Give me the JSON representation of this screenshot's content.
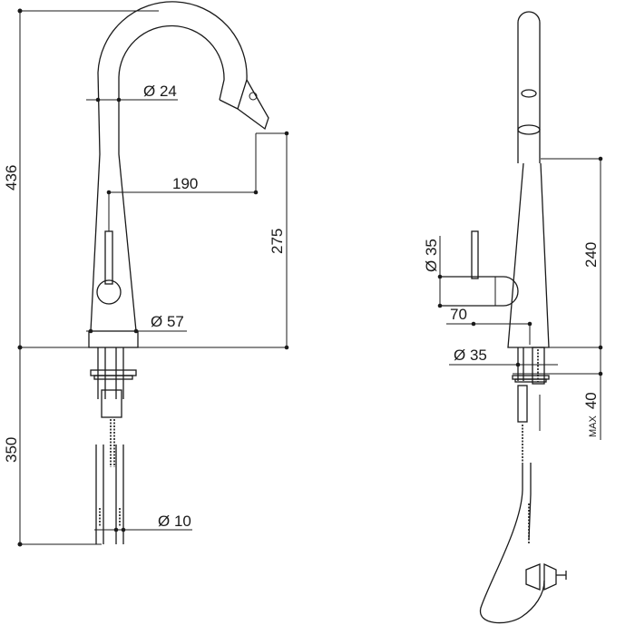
{
  "drawing": {
    "front_view": {
      "total_height": "436",
      "below_deck_length": "350",
      "spout_diameter": "Ø 24",
      "spout_reach": "190",
      "spout_outlet_height": "275",
      "base_diameter": "Ø 57",
      "hose_diameter": "Ø 10"
    },
    "side_view": {
      "handle_diameter": "Ø 35",
      "height_to_handle": "240",
      "handle_length": "70",
      "mounting_hole_diameter": "Ø 35",
      "max_deck_thickness_prefix": "MAX",
      "max_deck_thickness": "40"
    }
  }
}
